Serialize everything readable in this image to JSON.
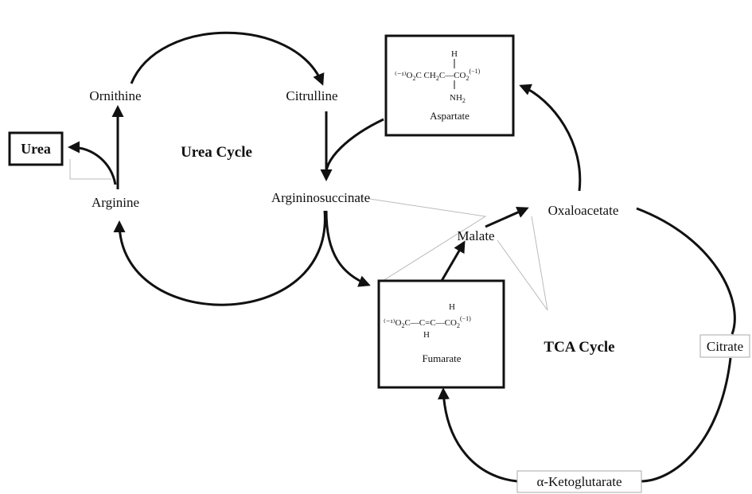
{
  "labels": {
    "urea": "Urea",
    "ornithine": "Ornithine",
    "citrulline": "Citrulline",
    "arginine": "Arginine",
    "argininosuccinate": "Argininosuccinate",
    "urea_cycle": "Urea Cycle",
    "oxaloacetate": "Oxaloacetate",
    "malate": "Malate",
    "tca_cycle": "TCA Cycle",
    "citrate": "Citrate",
    "ketoglutarate": "α-Ketoglutarate"
  },
  "aspartate": {
    "name": "Aspartate",
    "h": "H",
    "left": "⁽⁻¹⁾O",
    "left_sub": "2",
    "mid": "C CH",
    "mid_sub": "2",
    "c": "C",
    "dash": "—CO",
    "right_sub": "2",
    "right_sup": "(−1)",
    "nh": "NH",
    "nh_sub": "2"
  },
  "fumarate": {
    "name": "Fumarate",
    "h_top": "H",
    "h_bottom": "H",
    "left": "⁽⁻¹⁾O",
    "left_sub": "2",
    "chain1": "C—C",
    "chain2": "=C—CO",
    "right_sub": "2",
    "right_sup": "(−1)"
  }
}
